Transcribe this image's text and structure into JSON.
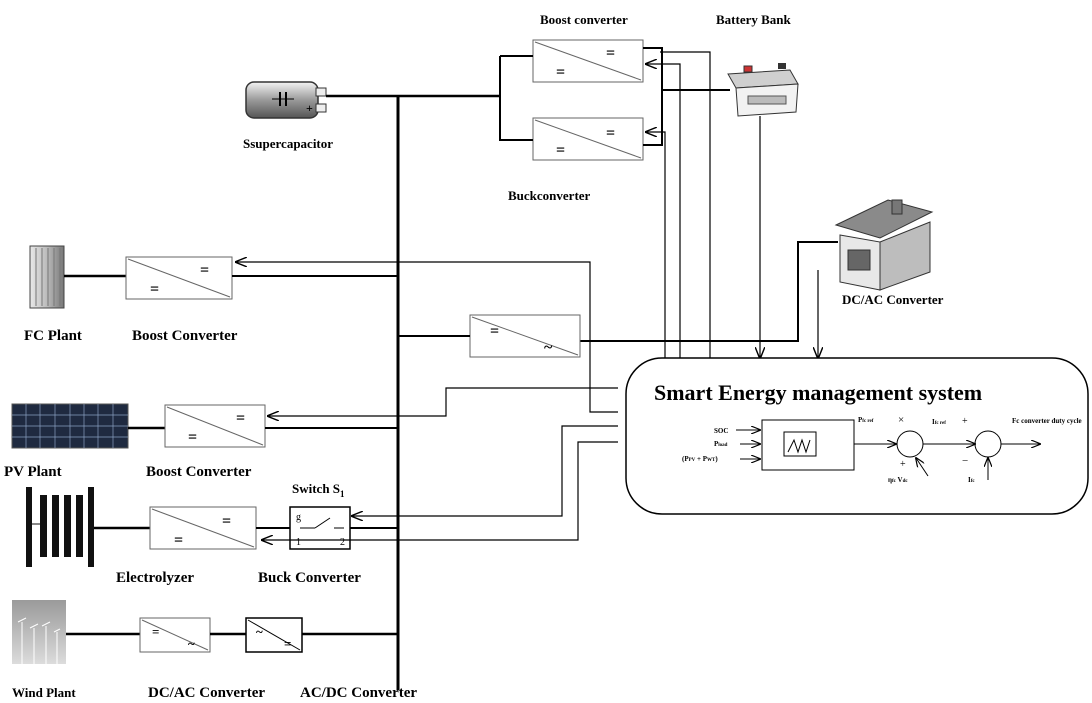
{
  "labels": {
    "supercapacitor": "Ssupercapacitor",
    "boost_converter_top": "Boost converter",
    "battery_bank": "Battery Bank",
    "buck_converter_top": "Buckconverter",
    "dc_ac_converter_house": "DC/AC Converter",
    "fc_plant": "FC Plant",
    "fc_boost": "Boost Converter",
    "pv_plant": "PV Plant",
    "pv_boost": "Boost Converter",
    "switch": "Switch S",
    "switch_sub": "1",
    "electrolyzer": "Electrolyzer",
    "buck_converter_bottom": "Buck Converter",
    "wind_plant": "Wind Plant",
    "wind_dc_ac": "DC/AC Converter",
    "wind_ac_dc": "AC/DC Converter"
  },
  "ems": {
    "title": "Smart Energy management system",
    "inputs": [
      "SOC",
      "P",
      "(P",
      "+ P",
      ")"
    ],
    "input_soc": "SOC",
    "input_pload": "P",
    "input_pload_sub": "load",
    "input_pv": "(P",
    "input_pv_sub": "PV",
    "input_wt": " + P",
    "input_wt_sub": "WT",
    "input_close": ")",
    "pfc_ref": "P",
    "pfc_ref_sub": "fc ref",
    "times": "×",
    "ifc_ref": "I",
    "ifc_ref_sub": "fc ref",
    "plus1": "+",
    "plus2": "+",
    "minus": "−",
    "eta_vdc": "η",
    "eta_vdc_sub": "fc",
    "vdc": " V",
    "vdc_sub": "dc",
    "ifc": "I",
    "ifc_sub": "fc",
    "output": "Fc converter duty cycle"
  },
  "switch_pins": {
    "g": "g",
    "p1": "1",
    "p2": "2"
  },
  "symbols": {
    "dc": "=",
    "ac": "~"
  }
}
